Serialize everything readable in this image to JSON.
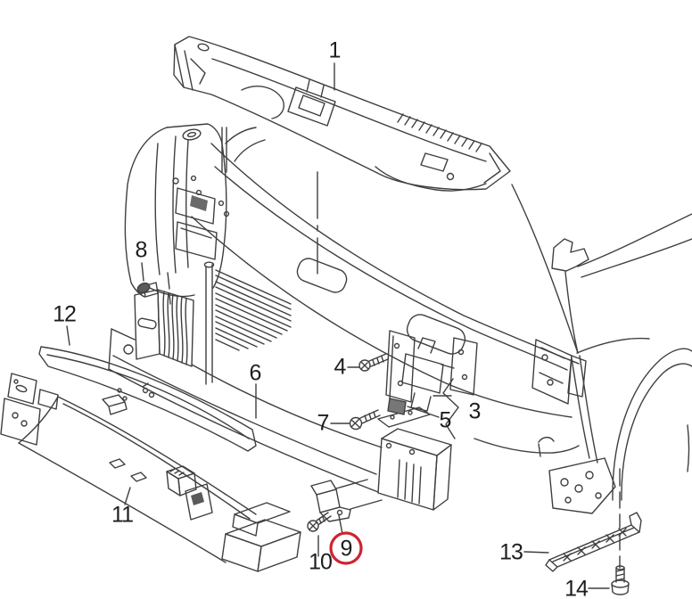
{
  "diagram": {
    "background": "#ffffff",
    "line_color": "#3f3f3f",
    "callouts": [
      {
        "label": "1"
      },
      {
        "label": "8"
      },
      {
        "label": "12"
      },
      {
        "label": "6"
      },
      {
        "label": "4"
      },
      {
        "label": "7"
      },
      {
        "label": "5"
      },
      {
        "label": "3"
      },
      {
        "label": "11"
      },
      {
        "label": "10"
      },
      {
        "label": "9"
      },
      {
        "label": "13"
      },
      {
        "label": "14"
      }
    ],
    "highlight": {
      "target_label": "9",
      "color": "#cf2330"
    }
  }
}
